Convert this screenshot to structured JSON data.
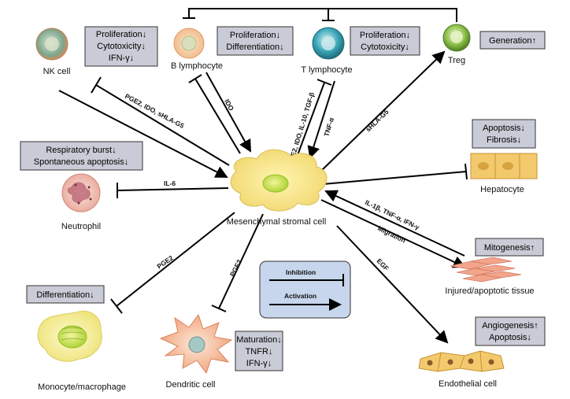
{
  "center": {
    "label": "Mesenchymal stromal cell"
  },
  "cells": {
    "nk": {
      "label": "NK cell",
      "effects": [
        "Proliferation↓",
        "Cytotoxicity↓",
        "IFN-γ↓"
      ]
    },
    "b": {
      "label": "B lymphocyte",
      "effects": [
        "Proliferation↓",
        "Differentiation↓"
      ]
    },
    "t": {
      "label": "T lymphocyte",
      "effects": [
        "Proliferation↓",
        "Cytotoxicity↓"
      ]
    },
    "treg": {
      "label": "Treg",
      "effects": [
        "Generation↑"
      ]
    },
    "neutrophil": {
      "label": "Neutrophil",
      "effects": [
        "Respiratory burst↓",
        "Spontaneous apoptosis↓"
      ]
    },
    "hepatocyte": {
      "label": "Hepatocyte",
      "effects": [
        "Apoptosis↓",
        "Fibrosis↓"
      ]
    },
    "tissue": {
      "label": "Injured/apoptotic tissue",
      "effects": [
        "Mitogenesis↑"
      ]
    },
    "monocyte": {
      "label": "Monocyte/macrophage",
      "effects": [
        "Differentiation↓"
      ]
    },
    "dendritic": {
      "label": "Dendritic cell",
      "effects": [
        "Maturation↓",
        "TNFR↓",
        "IFN-γ↓"
      ]
    },
    "endothelial": {
      "label": "Endothelial cell",
      "effects": [
        "Angiogenesis↑",
        "Apoptosis↓"
      ]
    }
  },
  "mediators": {
    "nk": "PGE2, IDO, sHLA-G5",
    "b": "IDO",
    "t": "PGE2, IDO, IL-10, TGF-β",
    "t_back": "TNF-α",
    "treg": "sHLA-G5",
    "neutrophil": "IL-6",
    "tissue": "IL-1β, TNF-α, IFN-γ",
    "tissue_migration": "Migration",
    "monocyte": "PGE2",
    "dendritic": "PGE2",
    "endothelial": "EGF"
  },
  "legend": {
    "inhibition": "Inhibition",
    "activation": "Activation"
  },
  "colors": {
    "box_fill": "#c9ccd6",
    "box_stroke": "#333333",
    "legend_fill": "#c7d6ec",
    "msc": "#f6e98a",
    "line": "#000000"
  }
}
